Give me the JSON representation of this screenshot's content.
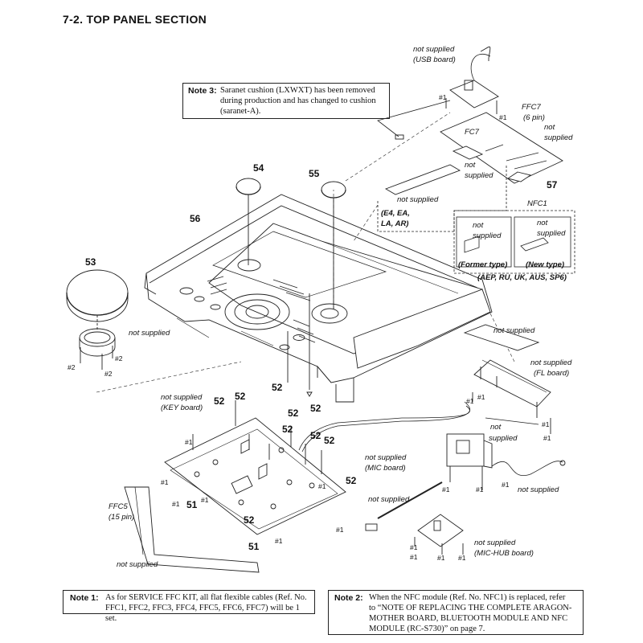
{
  "title": "7-2.   TOP PANEL SECTION",
  "notes": {
    "note1": {
      "label": "Note 1:",
      "lines": [
        "As for SERVICE FFC KIT, all flat flexible cables (Ref. No.",
        "FFC1, FFC2, FFC3, FFC4, FFC5, FFC6, FFC7) will be 1 set."
      ]
    },
    "note2": {
      "label": "Note 2:",
      "lines": [
        "When the NFC module (Ref. No. NFC1) is replaced, refer",
        "to “NOTE OF REPLACING THE COMPLETE ARAGON-",
        "MOTHER BOARD, BLUETOOTH MODULE AND NFC",
        "MODULE (RC-S730)” on page 7."
      ]
    },
    "note3": {
      "label": "Note 3:",
      "lines": [
        "Saranet cushion (LXWXT) has been removed",
        "during production and has changed to cushion",
        "(saranet-A)."
      ]
    }
  },
  "labels": {
    "usb_board": [
      "not supplied",
      "(USB board)"
    ],
    "ffc7": [
      "FFC7",
      "(6 pin)"
    ],
    "not_supplied_ffc7": [
      "not",
      "supplied"
    ],
    "fc7": "FC7",
    "not_supplied_fc7": [
      "not",
      "supplied"
    ],
    "nfc1": "NFC1",
    "not_supplied_e4": "not supplied",
    "regions_e4": [
      "(E4, EA,",
      "LA, AR)"
    ],
    "former_ns": [
      "not",
      "supplied"
    ],
    "former_type": "(Former type)",
    "new_ns": [
      "not",
      "supplied"
    ],
    "new_type": "(New type)",
    "regions_aep": "(AEP, RU, UK, AUS, SP6)",
    "ns_53": "not supplied",
    "key_board": [
      "not supplied",
      "(KEY board)"
    ],
    "fl_top": "not supplied",
    "fl_board": [
      "not supplied",
      "(FL board)"
    ],
    "fl_bottom": [
      "not",
      "supplied"
    ],
    "mic_board": [
      "not supplied",
      "(MIC board)"
    ],
    "mic_cable": "not supplied",
    "mic_right": "not supplied",
    "mic_hub": [
      "not supplied",
      "(MIC-HUB board)"
    ],
    "ffc5": [
      "FFC5",
      "(15 pin)"
    ],
    "ffc5_ns": "not supplied"
  },
  "part_numbers": {
    "p51": "51",
    "p52": "52",
    "p53": "53",
    "p54": "54",
    "p55": "55",
    "p56": "56",
    "p57": "57"
  },
  "screw_label": "#1",
  "screw2_label": "#2"
}
